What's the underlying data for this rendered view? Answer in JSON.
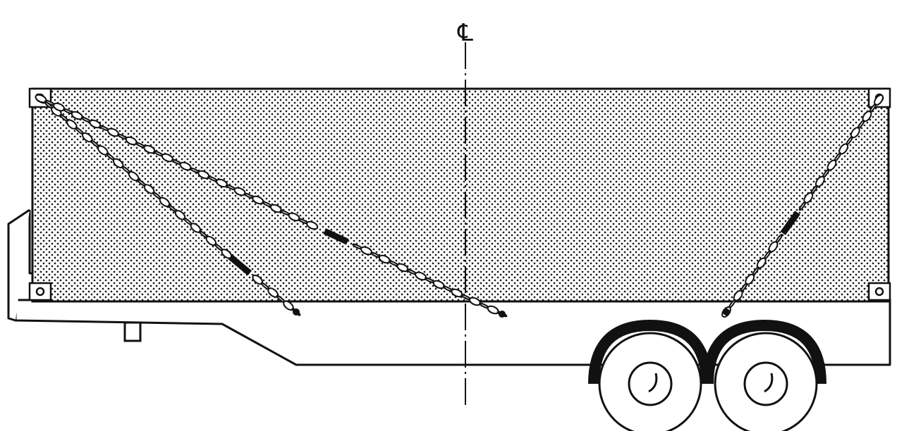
{
  "diagram": {
    "centerline_label": "℄",
    "colors": {
      "ink": "#111111",
      "paper": "#ffffff",
      "stipple": "#1a1a1a"
    },
    "components": [
      "trailer-frame",
      "container-box",
      "corner-castings",
      "tie-down-chains",
      "chain-binders",
      "tandem-wheels",
      "fenders",
      "landing-gear"
    ]
  }
}
